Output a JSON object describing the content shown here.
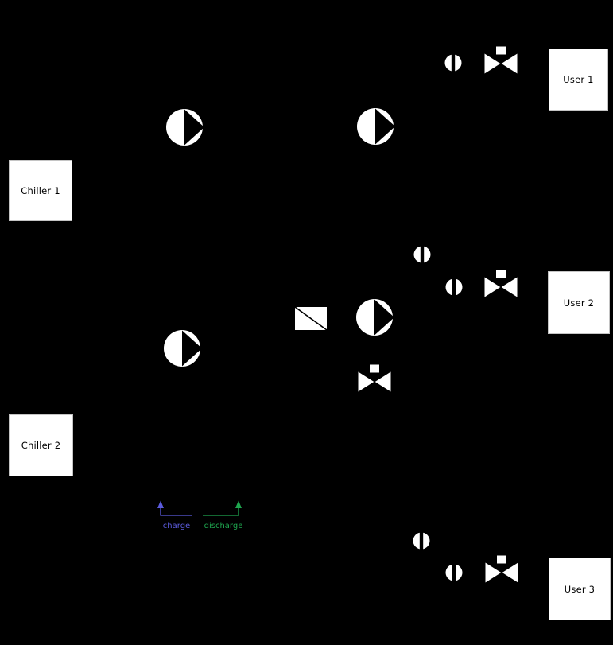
{
  "boxes": [
    {
      "id": "chiller-1",
      "label": "Chiller 1"
    },
    {
      "id": "chiller-2",
      "label": "Chiller 2"
    },
    {
      "id": "user-1",
      "label": "User 1"
    },
    {
      "id": "user-2",
      "label": "User 2"
    },
    {
      "id": "user-3",
      "label": "User 3"
    }
  ],
  "legend": {
    "charge_label": "charge",
    "charge_color": "#5B5BDD",
    "discharge_label": "discharge",
    "discharge_color": "#1FA74F"
  },
  "colors": {
    "background": "#000000",
    "symbol_fill": "#ffffff",
    "symbol_cutout": "#000000"
  },
  "icons": {
    "pump": "circle with inscribed right-pointing triangle",
    "control_valve": "bowtie with square actuator on top",
    "flow_sensor": "circle with vertical bar",
    "storage_tank": "rectangle with diagonal line",
    "charge_arrow": "up arrow",
    "discharge_arrow": "up arrow"
  },
  "counts": {
    "pumps": 4,
    "control_valves": 4,
    "flow_sensors": 5,
    "storage_tanks": 1
  }
}
